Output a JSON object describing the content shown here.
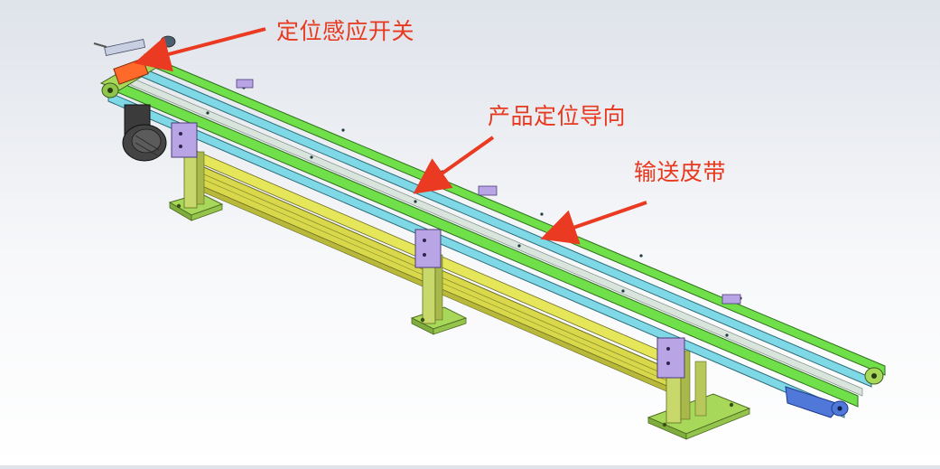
{
  "annotations": {
    "sensor_switch": "定位感应开关",
    "product_guide": "产品定位导向",
    "conveyor_belt": "输送皮带"
  },
  "colors": {
    "callout_text": "#e8391f",
    "arrow": "#ea3a22",
    "frame_green": "#a8d85a",
    "frame_yellow": "#d8d84a",
    "rail_cyan": "#7fd8e6",
    "rail_green": "#6fe04a",
    "bracket_purple": "#b9a4e6",
    "end_blue": "#4f78d8",
    "sensor_orange": "#ff6a2a",
    "motor_dark": "#3b3b3b"
  },
  "icons": [
    "motor-icon",
    "sensor-switch-icon",
    "leg-stand-icon"
  ]
}
